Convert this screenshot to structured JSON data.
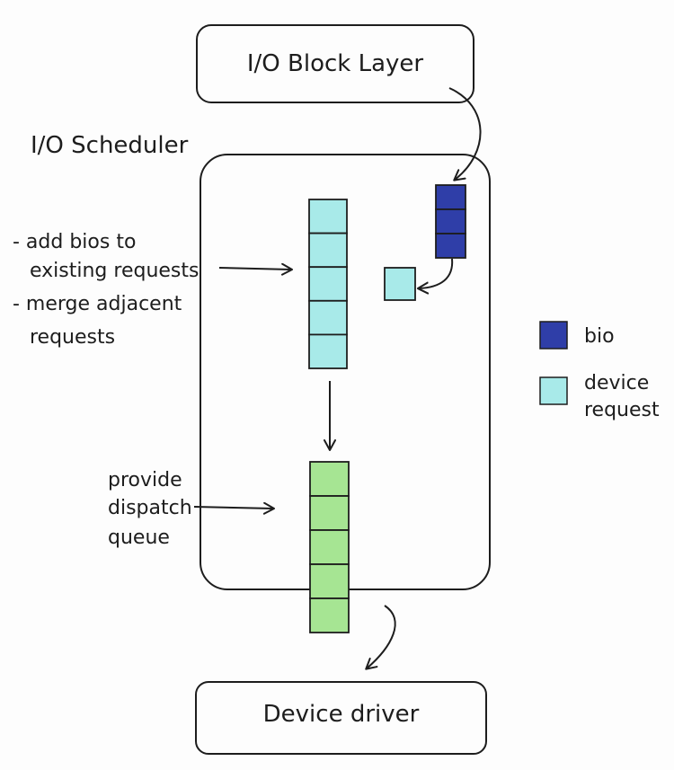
{
  "colors": {
    "bio": "#2f3ea8",
    "device_request": "#a8eae9",
    "dispatch": "#a6e593",
    "stroke": "#1d1d1d"
  },
  "top_box": {
    "label": "I/O Block Layer"
  },
  "scheduler": {
    "label": "I/O Scheduler"
  },
  "bottom_box": {
    "label": "Device driver"
  },
  "merge_notes": {
    "line1": "- add bios to",
    "line2": "existing requests",
    "line3": "- merge adjacent",
    "line4": "requests"
  },
  "dispatch_notes": {
    "line1": "provide",
    "line2": "dispatch",
    "line3": "queue"
  },
  "legend": {
    "bio_label": "bio",
    "device_label_line1": "device",
    "device_label_line2": "request"
  },
  "queues": {
    "bio_blocks": 3,
    "request_queue_blocks": 5,
    "single_request_blocks": 1,
    "dispatch_queue_blocks": 5
  }
}
